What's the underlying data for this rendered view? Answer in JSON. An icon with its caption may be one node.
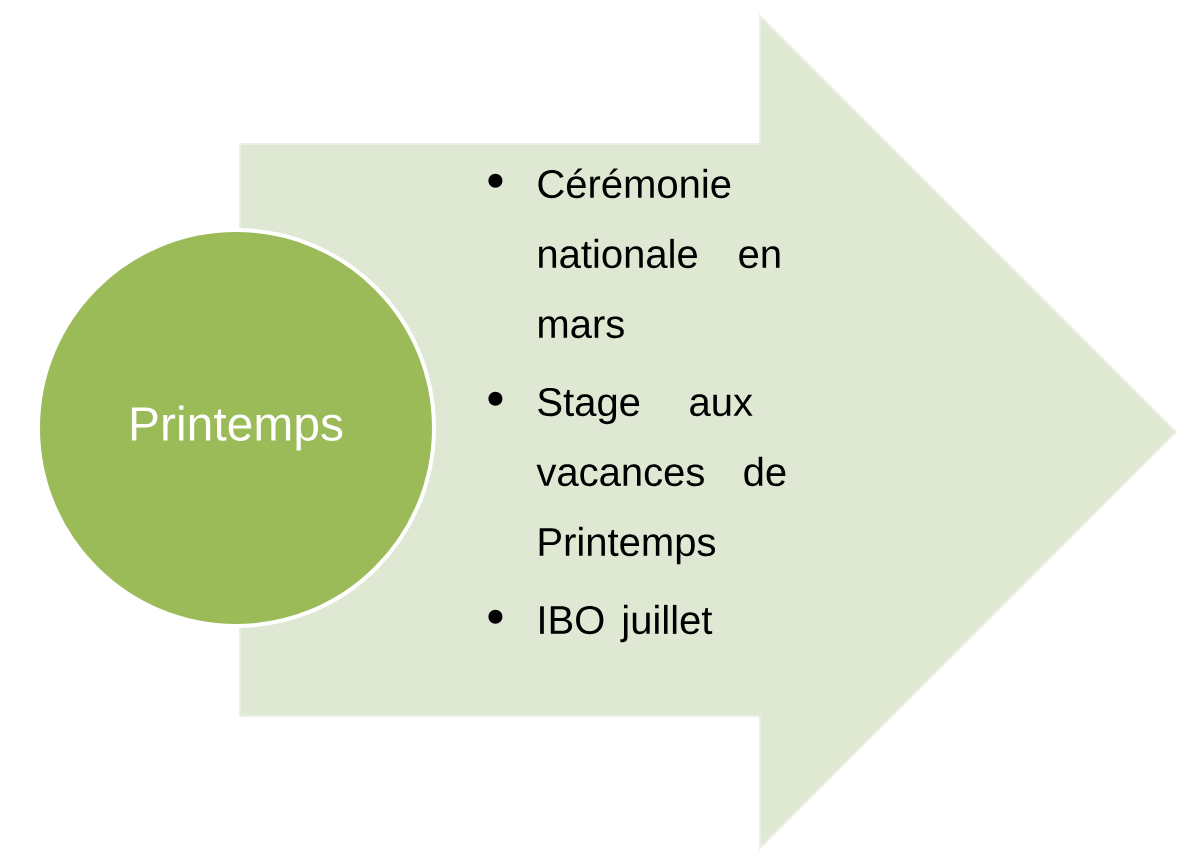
{
  "diagram": {
    "nodes": [
      {
        "text": [
          "Cérémonie nationale en mars",
          "Stage aux vacances de Printemps",
          "IBO juillet"
        ]
      },
      {
        "text": [
          "Printemps"
        ]
      }
    ]
  }
}
